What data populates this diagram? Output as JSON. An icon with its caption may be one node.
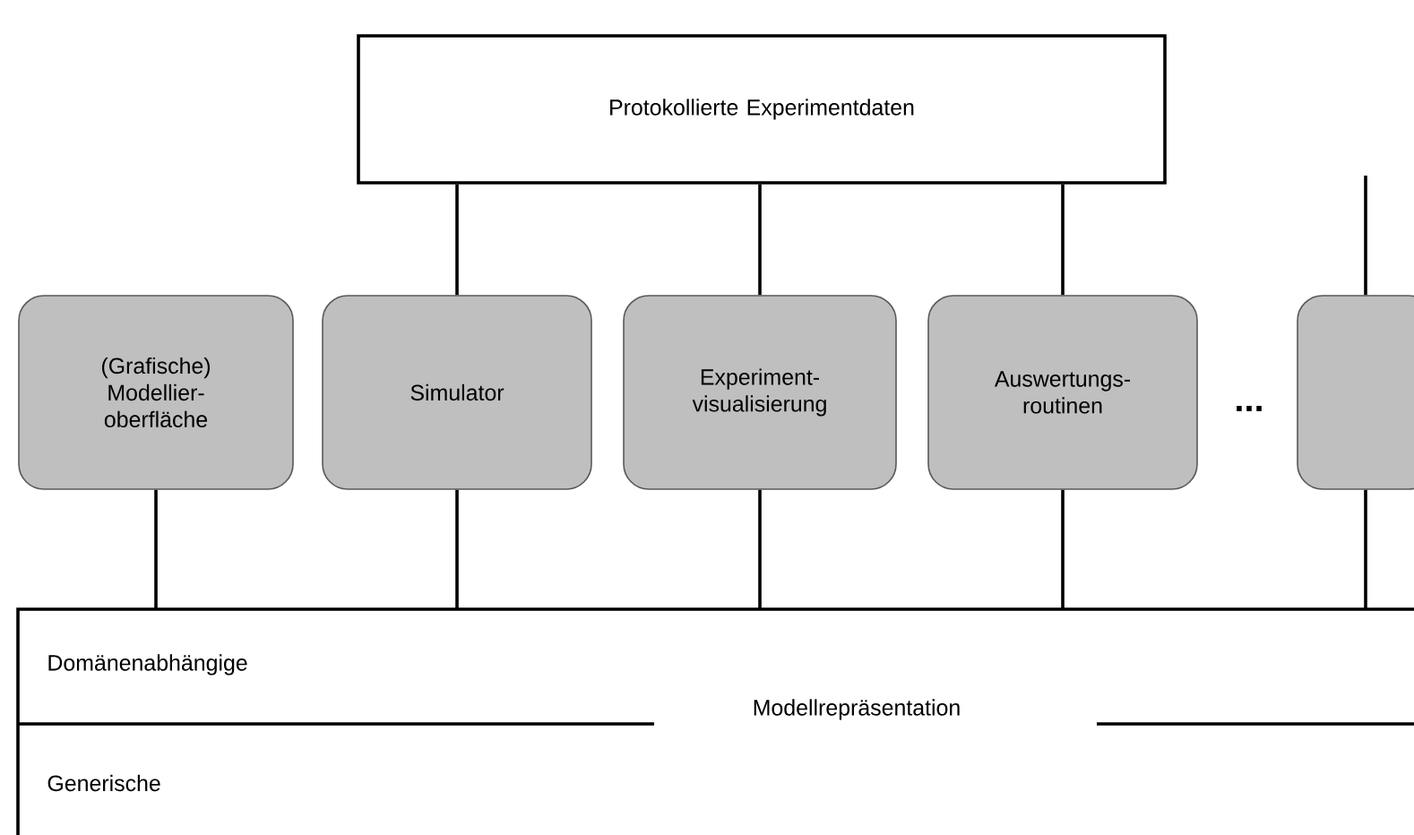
{
  "diagram": {
    "nodes": [
      {
        "text": [
          "Protokollierte Experimentdaten"
        ]
      },
      {
        "text": [
          "(Grafische) Modellier- oberfläche"
        ]
      },
      {
        "text": [
          "Simulator"
        ]
      },
      {
        "text": [
          "Experiment- visualisierung"
        ]
      },
      {
        "text": [
          "Auswertungs- routinen"
        ]
      },
      {
        "text": [],
        "shape": "box"
      },
      {
        "text": [
          "Domänenabhängige",
          "Modellrepräsentation",
          "Generische"
        ]
      }
    ],
    "edges": [
      {
        "from": 0,
        "to": 2,
        "arrow": "none"
      },
      {
        "from": 0,
        "to": 3,
        "arrow": "none"
      },
      {
        "from": 0,
        "to": 4,
        "arrow": "none"
      },
      {
        "from": null,
        "to": 5,
        "arrow": "none"
      },
      {
        "from": 1,
        "to": 6,
        "arrow": "none"
      },
      {
        "from": 2,
        "to": 6,
        "arrow": "none"
      },
      {
        "from": 3,
        "to": 6,
        "arrow": "none"
      },
      {
        "from": 4,
        "to": 6,
        "arrow": "none"
      },
      {
        "from": 5,
        "to": 6,
        "arrow": "none"
      }
    ],
    "labels": [
      "..."
    ]
  }
}
